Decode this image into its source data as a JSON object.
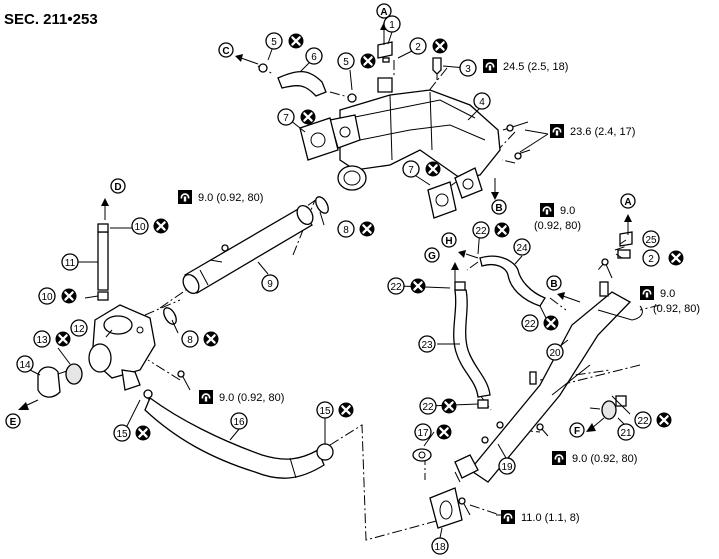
{
  "section": "SEC. 211•253",
  "callouts": [
    "1",
    "2",
    "3",
    "4",
    "5",
    "6",
    "7",
    "8",
    "9",
    "10",
    "11",
    "12",
    "13",
    "14",
    "15",
    "16",
    "17",
    "18",
    "19",
    "20",
    "21",
    "22",
    "23",
    "24",
    "25"
  ],
  "letters": [
    "A",
    "B",
    "C",
    "D",
    "E",
    "F",
    "G",
    "H"
  ],
  "torques": [
    "24.5 (2.5, 18)",
    "23.6 (2.4, 17)",
    "9.0 (0.92, 80)",
    "11.0 (1.1, 8)"
  ],
  "torque_split": {
    "value": "9.0",
    "detail": "(0.92, 80)"
  },
  "icons": {
    "callout": "circled-number",
    "replace": "circled-x-icon",
    "torque": "torque-wrench-icon",
    "direction": "arrow-icon",
    "connector": "circled-letter"
  }
}
